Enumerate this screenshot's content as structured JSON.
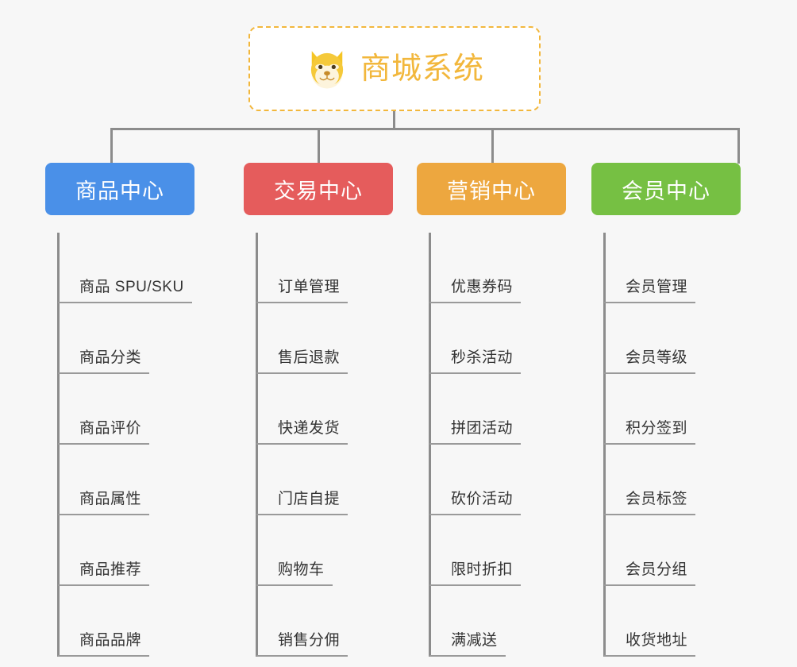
{
  "diagram": {
    "type": "org-chart",
    "background_color": "#f7f7f7",
    "connector_color": "#8c8c8c",
    "root": {
      "title": "商城系统",
      "icon": "dog-face-icon",
      "text_color": "#f2b73c",
      "border_color": "#f2b73c",
      "background_color": "#ffffff"
    },
    "columns": [
      {
        "label": "商品中心",
        "color": "#4a90e8",
        "items": [
          "商品 SPU/SKU",
          "商品分类",
          "商品评价",
          "商品属性",
          "商品推荐",
          "商品品牌"
        ]
      },
      {
        "label": "交易中心",
        "color": "#e55c5c",
        "items": [
          "订单管理",
          "售后退款",
          "快递发货",
          "门店自提",
          "购物车",
          "销售分佣"
        ]
      },
      {
        "label": "营销中心",
        "color": "#eda73f",
        "items": [
          "优惠券码",
          "秒杀活动",
          "拼团活动",
          "砍价活动",
          "限时折扣",
          "满减送"
        ]
      },
      {
        "label": "会员中心",
        "color": "#76c043",
        "items": [
          "会员管理",
          "会员等级",
          "积分签到",
          "会员标签",
          "会员分组",
          "收货地址"
        ]
      }
    ]
  }
}
